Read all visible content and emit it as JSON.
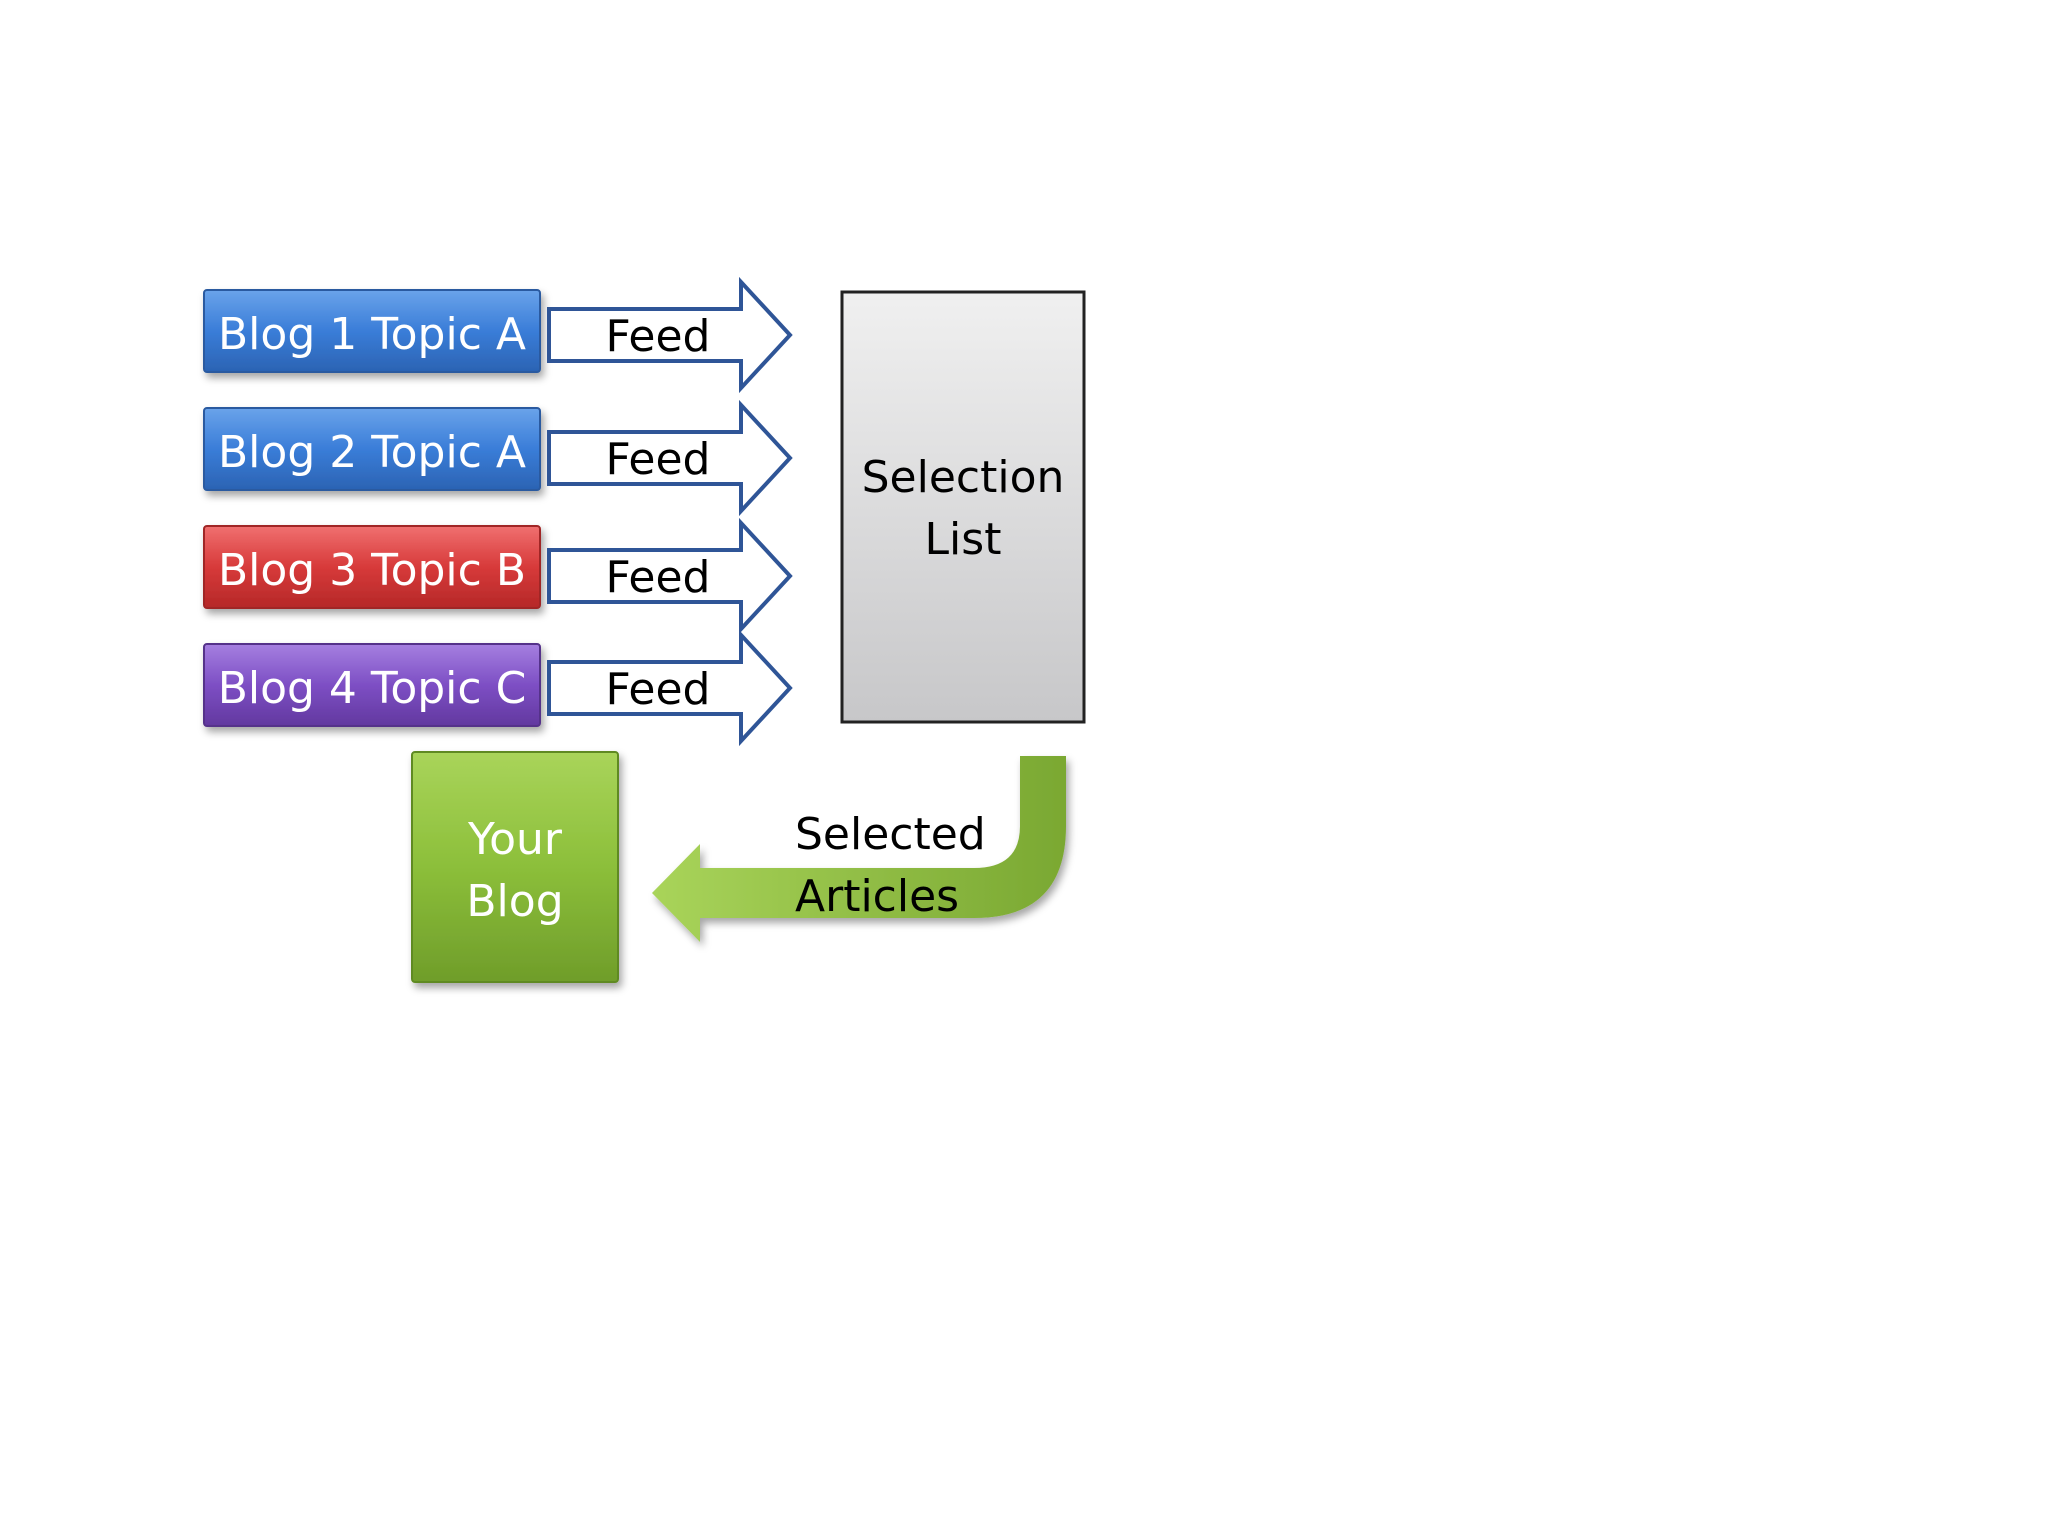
{
  "blogs": [
    {
      "label": "Blog 1 Topic A",
      "color": "#3a7dd8"
    },
    {
      "label": "Blog 2 Topic A",
      "color": "#3a7dd8"
    },
    {
      "label": "Blog 3 Topic B",
      "color": "#d73a3a"
    },
    {
      "label": "Blog 4 Topic C",
      "color": "#7d4fc4"
    }
  ],
  "feeds": [
    {
      "label": "Feed"
    },
    {
      "label": "Feed"
    },
    {
      "label": "Feed"
    },
    {
      "label": "Feed"
    }
  ],
  "selection_list": {
    "line1": "Selection",
    "line2": "List",
    "color": "#d8d8d8"
  },
  "your_blog": {
    "line1": "Your",
    "line2": "Blog",
    "color": "#8cbf3a"
  },
  "selected_articles": {
    "line1": "Selected",
    "line2": "Articles",
    "color": "#8cbf3a"
  },
  "colors": {
    "arrow_outline": "#2f5597"
  }
}
